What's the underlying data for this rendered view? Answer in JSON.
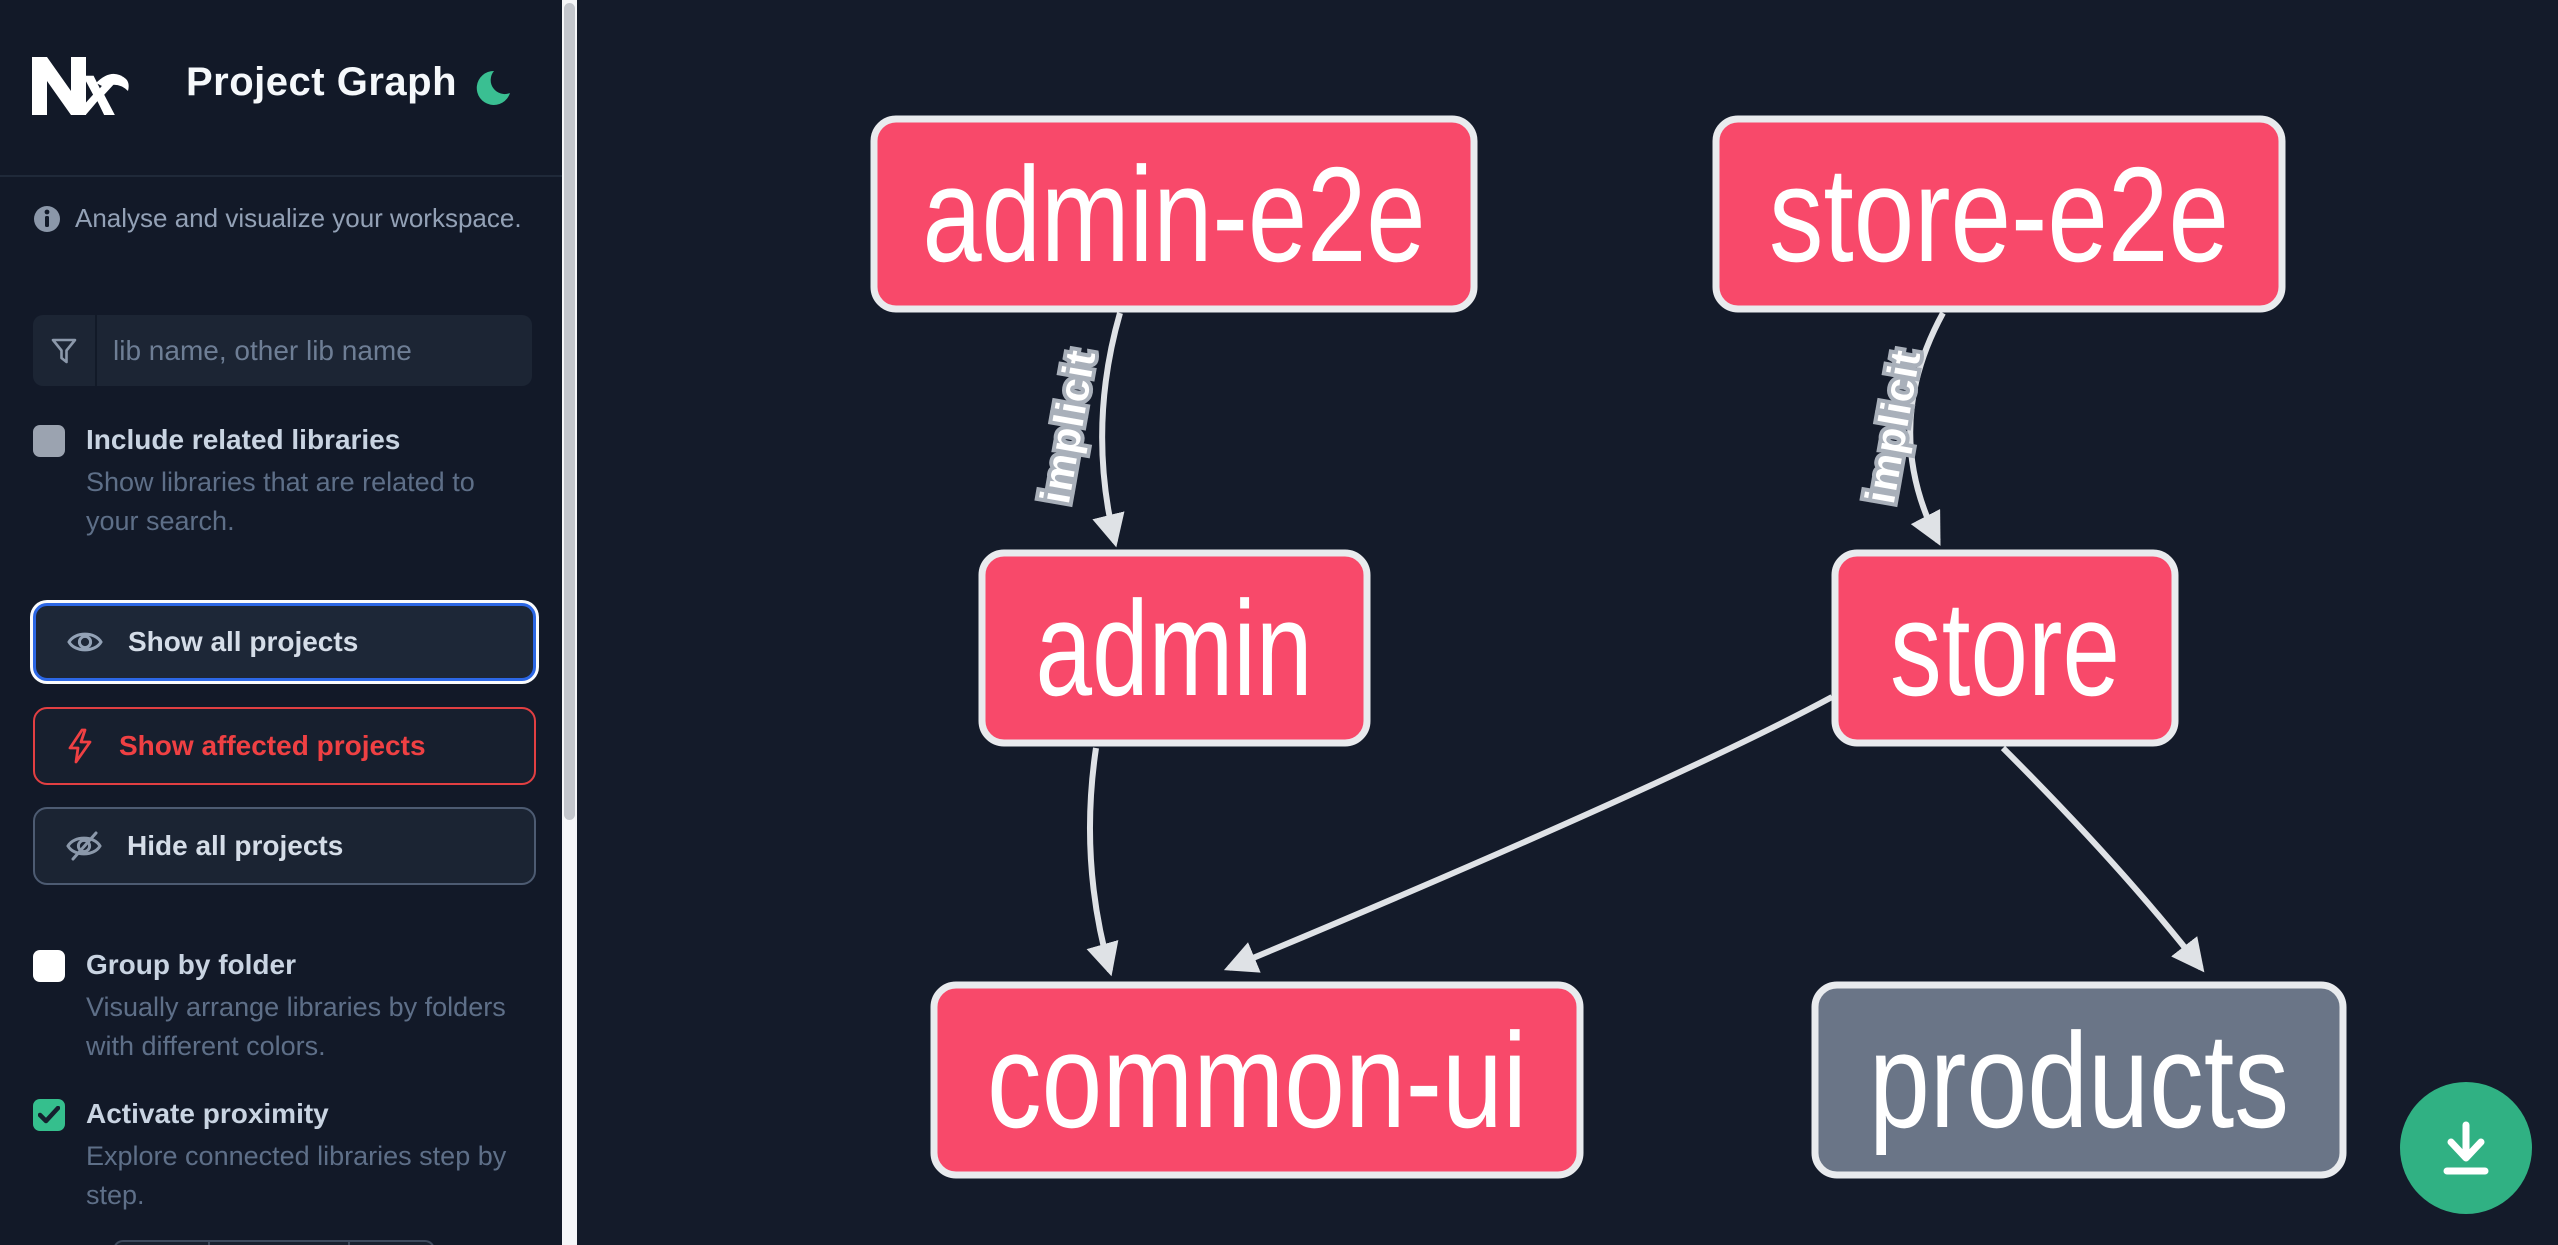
{
  "app": {
    "title": "Project Graph"
  },
  "sidebar": {
    "tagline": "Analyse and visualize your workspace.",
    "search": {
      "placeholder": "lib name, other lib name"
    },
    "toggles": [
      {
        "label": "Include related libraries",
        "description": "Show libraries that are related to your search.",
        "checked": false
      },
      {
        "label": "Group by folder",
        "description": "Visually arrange libraries by folders with different colors.",
        "checked": false
      },
      {
        "label": "Activate proximity",
        "description": "Explore connected libraries step by step.",
        "checked": true
      }
    ],
    "actions": [
      {
        "label": "Show all projects",
        "state": "focused"
      },
      {
        "label": "Show affected projects",
        "state": "affected"
      },
      {
        "label": "Hide all projects",
        "state": "default"
      }
    ]
  },
  "graph": {
    "nodes": [
      {
        "label": "admin-e2e",
        "status": "affected"
      },
      {
        "label": "store-e2e",
        "status": "affected"
      },
      {
        "label": "admin",
        "status": "affected"
      },
      {
        "label": "store",
        "status": "affected"
      },
      {
        "label": "common-ui",
        "status": "affected"
      },
      {
        "label": "products",
        "status": "default"
      }
    ],
    "edges": [
      {
        "source": "admin-e2e",
        "target": "admin",
        "label": "implicit"
      },
      {
        "source": "store-e2e",
        "target": "store",
        "label": "implicit"
      },
      {
        "source": "admin",
        "target": "common-ui",
        "label": ""
      },
      {
        "source": "store",
        "target": "common-ui",
        "label": ""
      },
      {
        "source": "store",
        "target": "products",
        "label": ""
      }
    ]
  },
  "colors": {
    "node_affected": "#f8496a",
    "node_default": "#6a7587",
    "node_border": "#e9ebee",
    "edge": "#dfe2e6",
    "accent_blue": "#2c67e5",
    "accent_red": "#ef4043",
    "accent_green_button": "#30b183",
    "accent_green_moon": "#3abf92",
    "checkbox_green": "#35bf8d",
    "sidebar_bg": "#121928",
    "canvas_bg": "#141b2a"
  }
}
